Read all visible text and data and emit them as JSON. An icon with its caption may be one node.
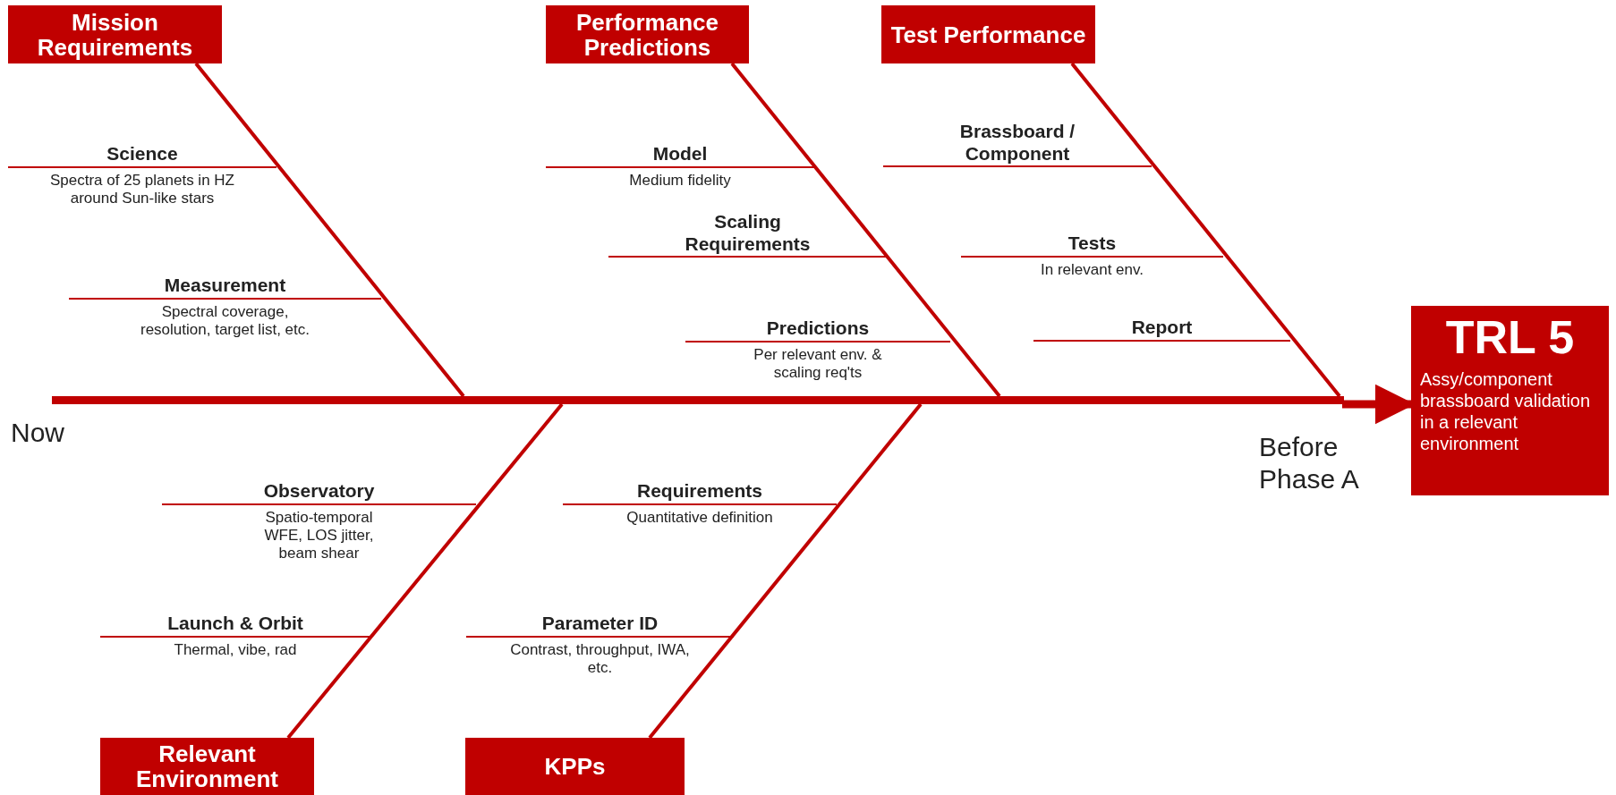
{
  "diagram": {
    "nodes": [
      {
        "text": [
          "Mission Requirements"
        ]
      },
      {
        "text": [
          "Science",
          "Spectra of 25 planets in HZ around Sun-like stars"
        ]
      },
      {
        "text": [
          "Measurement",
          "Spectral coverage, resolution, target list, etc."
        ]
      },
      {
        "text": [
          "Performance Predictions"
        ]
      },
      {
        "text": [
          "Model",
          "Medium fidelity"
        ]
      },
      {
        "text": [
          "Scaling Requirements"
        ]
      },
      {
        "text": [
          "Predictions",
          "Per relevant env. & scaling req'ts"
        ]
      },
      {
        "text": [
          "Test Performance"
        ]
      },
      {
        "text": [
          "Brassboard / Component"
        ]
      },
      {
        "text": [
          "Tests",
          "In relevant env."
        ]
      },
      {
        "text": [
          "Report"
        ]
      },
      {
        "text": [
          "TRL 5",
          "Assy/component brassboard validation in a relevant environment"
        ]
      },
      {
        "text": [
          "Observatory",
          "Spatio-temporal WFE, LOS jitter, beam shear"
        ]
      },
      {
        "text": [
          "Launch & Orbit",
          "Thermal, vibe, rad"
        ]
      },
      {
        "text": [
          "Relevant Environment"
        ]
      },
      {
        "text": [
          "Requirements",
          "Quantitative definition"
        ]
      },
      {
        "text": [
          "Parameter ID",
          "Contrast, throughput, IWA, etc."
        ]
      },
      {
        "text": [
          "KPPs"
        ]
      },
      {
        "text": [],
        "shape": "bar"
      }
    ],
    "edges": [
      {
        "from": 18,
        "to": 11,
        "arrow": "to",
        "style": "thick"
      },
      {
        "from": 0,
        "to": 18,
        "arrow": "none"
      },
      {
        "from": 3,
        "to": 18,
        "arrow": "none"
      },
      {
        "from": 7,
        "to": 18,
        "arrow": "none"
      },
      {
        "from": 14,
        "to": 18,
        "arrow": "none"
      },
      {
        "from": 17,
        "to": 18,
        "arrow": "none"
      }
    ],
    "labels": [
      "Now",
      "Before Phase A"
    ]
  }
}
